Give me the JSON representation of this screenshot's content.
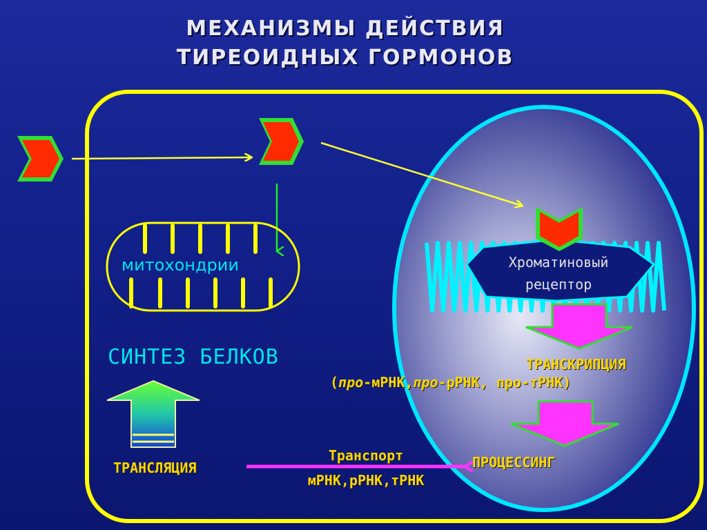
{
  "title": {
    "line1": "МЕХАНИЗМЫ ДЕЙСТВИЯ",
    "line2": "ТИРЕОИДНЫХ ГОРМОНОВ"
  },
  "mitochondria": {
    "label": "митохондрии"
  },
  "protein_synthesis": {
    "label": "СИНТЕЗ БЕЛКОВ"
  },
  "receptor": {
    "line1": "Хроматиновый",
    "line2": "рецептор"
  },
  "transcription": {
    "label": "ТРАНСКРИПЦИЯ",
    "pro1": "про",
    "mrna": "-мРНК,",
    "pro2": "про",
    "rrna_trna": "-рРНК, про-тРНК)"
  },
  "processing": {
    "label": "ПРОЦЕССИНГ"
  },
  "translation": {
    "label": "ТРАНСЛЯЦИЯ"
  },
  "transport": {
    "line1": "Транспорт",
    "line2": "мРНК,рРНК,тРНК"
  },
  "colors": {
    "background": "#12208a",
    "cell_border": "#ffff00",
    "nucleus_border": "#00e6ff",
    "hormone_fill": "#ff2a00",
    "hormone_outline": "#33dd33",
    "cyan_text": "#00e6e6",
    "yellow_text": "#ffd700",
    "magenta_arrow": "#ff33ff"
  },
  "icons": [
    "hormone-chevron-icon",
    "arrow-icon",
    "chromatin-wave-icon",
    "gradient-up-arrow-icon"
  ]
}
